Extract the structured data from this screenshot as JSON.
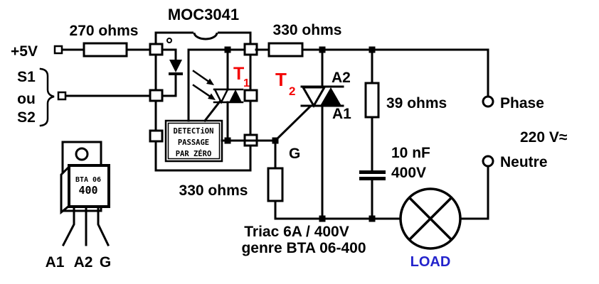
{
  "colors": {
    "background": "#ffffff",
    "line_black": "#000000",
    "accent_red": "#f40606",
    "load_blue": "#2323cc"
  },
  "ic": {
    "title": "MOC3041",
    "detection_line1": "DETECTiON",
    "detection_line2": "PASSAGE",
    "detection_line3": "PAR ZÉRO",
    "phototriac_label": "T",
    "phototriac_label_sub": "1"
  },
  "inputs": {
    "vcc_label": "+5V",
    "switch_line1": "S1",
    "switch_line2": "ou",
    "switch_line3": "S2"
  },
  "components": {
    "r_input": "270 ohms",
    "r_mt": "330 ohms",
    "r_gate": "330 ohms",
    "r_snubber": "39 ohms",
    "cap_value": "10 nF",
    "cap_voltage": "400V"
  },
  "triac": {
    "label": "T",
    "label_sub": "2",
    "terminal_a2": "A2",
    "terminal_a1": "A1",
    "terminal_g": "G",
    "note_line1": "Triac 6A / 400V",
    "note_line2": "genre BTA 06-400"
  },
  "package": {
    "marking_line1": "BTA 06",
    "marking_line2": "400",
    "lead1": "A1",
    "lead2": "A2",
    "lead3": "G"
  },
  "mains": {
    "phase_label": "Phase",
    "voltage_label": "220 V≈",
    "neutral_label": "Neutre",
    "load_label": "LOAD"
  }
}
